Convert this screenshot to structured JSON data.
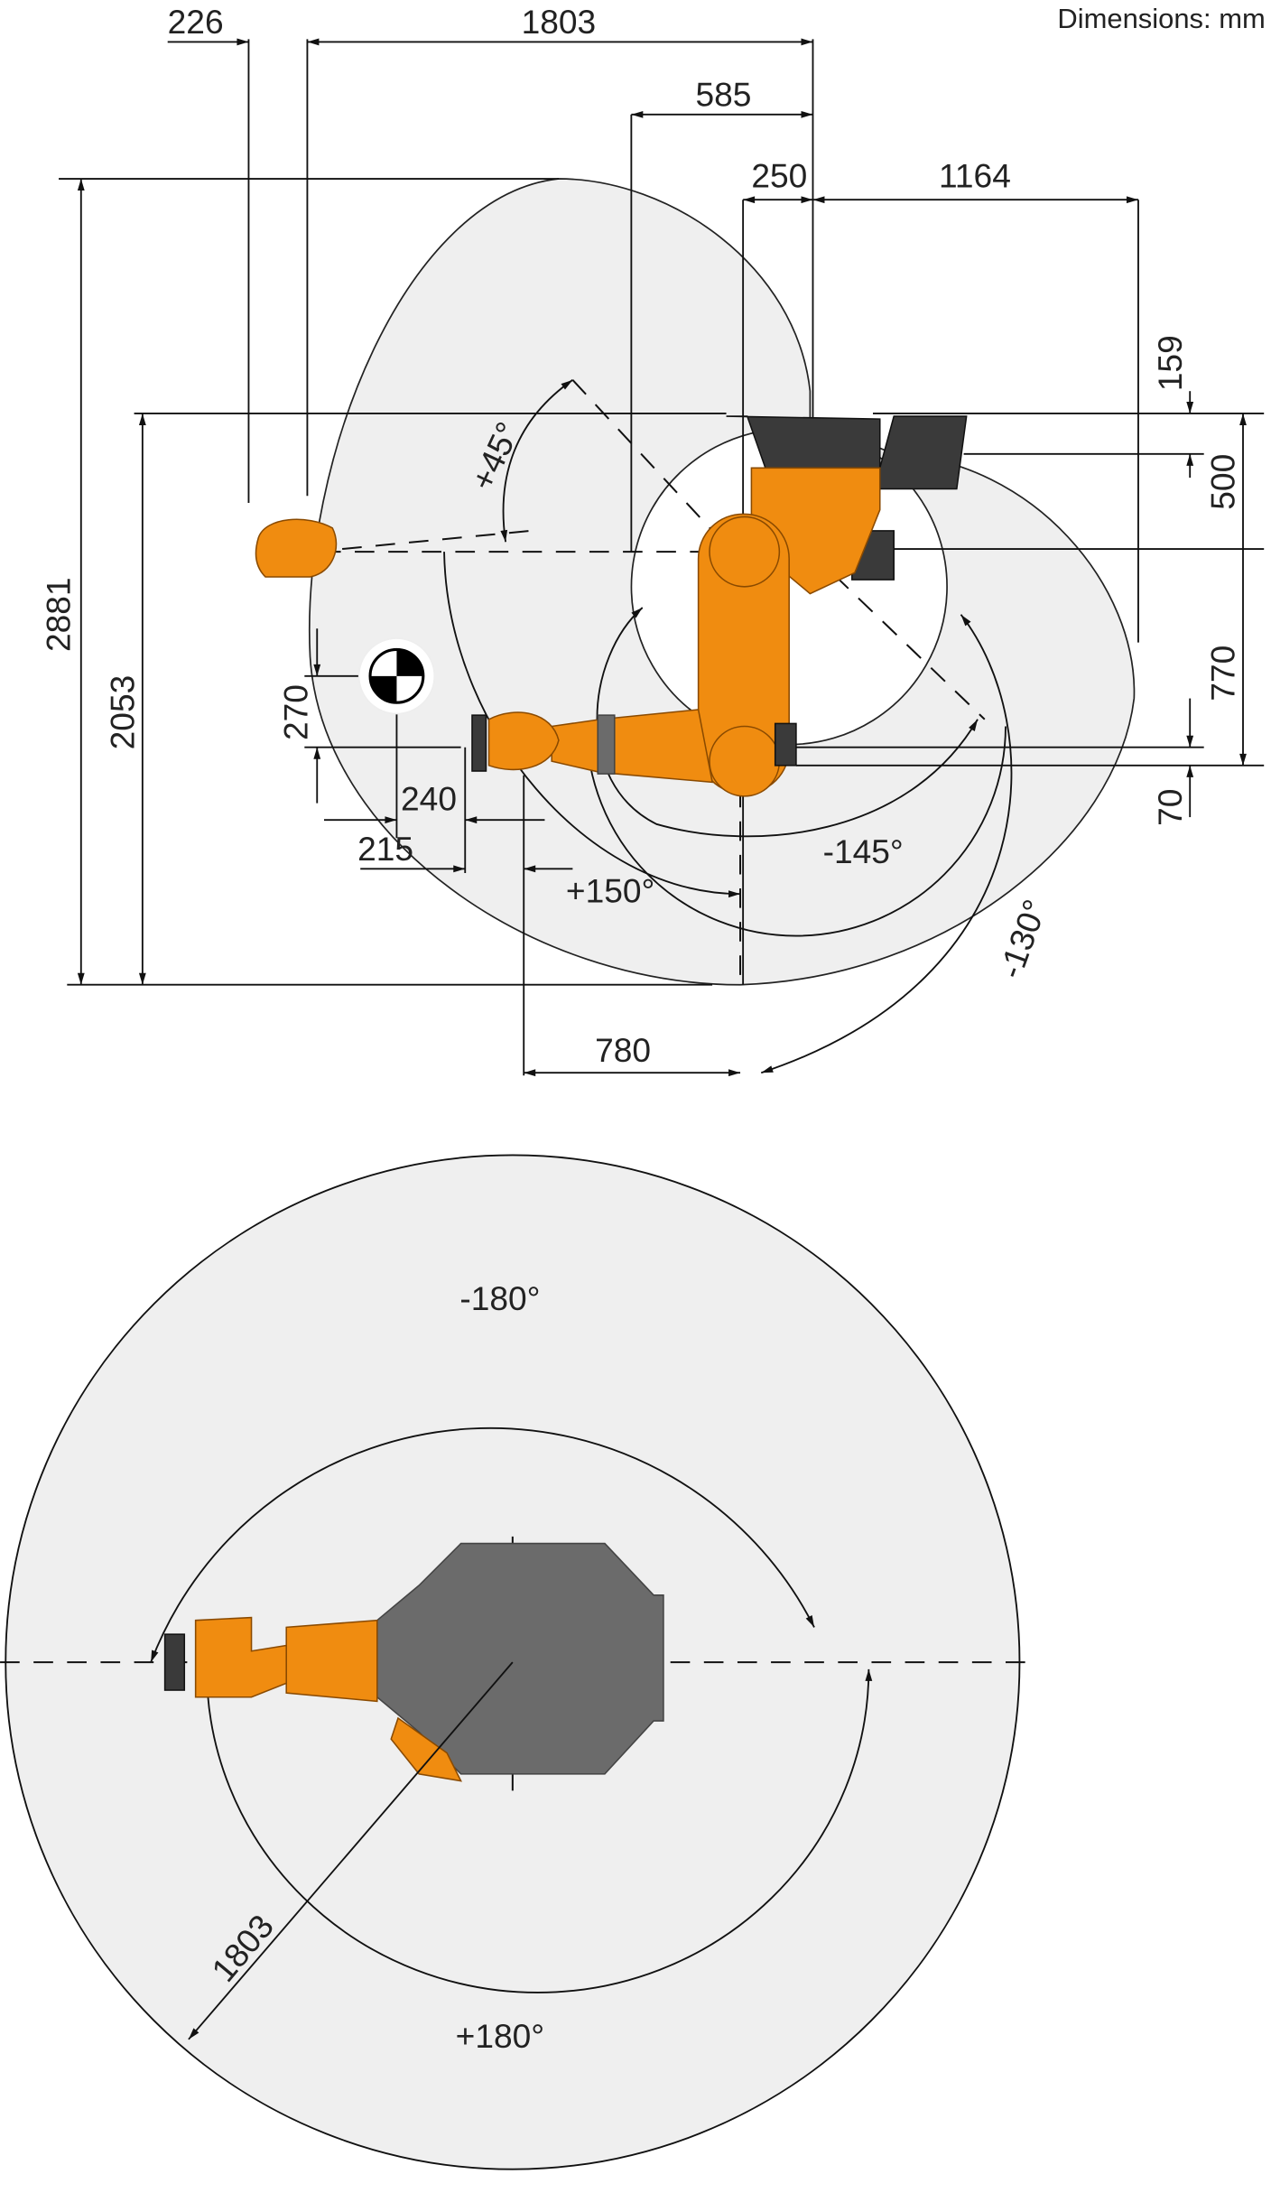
{
  "units_label": "Dimensions: mm",
  "side_view": {
    "dims": {
      "d226": "226",
      "d1803": "1803",
      "d585": "585",
      "d250": "250",
      "d1164": "1164",
      "d2881": "2881",
      "d2053": "2053",
      "d159": "159",
      "d500": "500",
      "d770": "770",
      "d70": "70",
      "d270": "270",
      "d240": "240",
      "d215": "215",
      "d780": "780"
    },
    "angles": {
      "a_plus45": "+45°",
      "a_minus145": "-145°",
      "a_plus150": "+150°",
      "a_minus130": "-130°"
    }
  },
  "top_view": {
    "dims": {
      "radius": "1803"
    },
    "angles": {
      "a_minus180": "-180°",
      "a_plus180": "+180°"
    }
  },
  "colors": {
    "robot": "#f08c10",
    "base": "#6b6b6b",
    "envelope": "#efefef"
  }
}
